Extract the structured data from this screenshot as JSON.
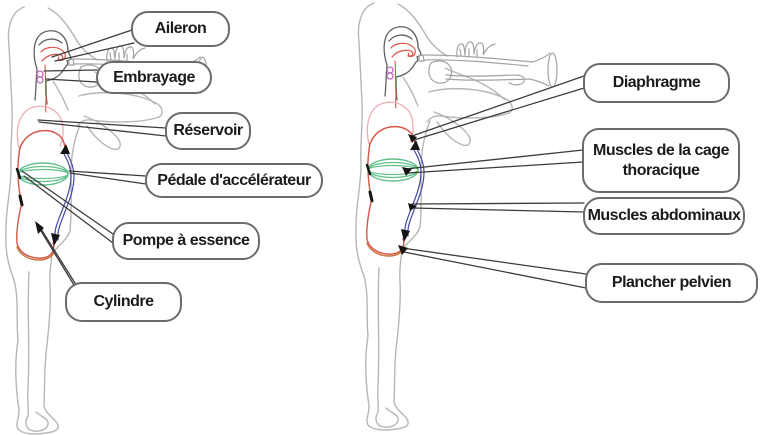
{
  "labels": {
    "left": [
      {
        "text": "Aileron"
      },
      {
        "text": "Embrayage"
      },
      {
        "text": "Réservoir"
      },
      {
        "text": "Pédale d'accélérateur"
      },
      {
        "text": "Pompe à essence"
      },
      {
        "text": "Cylindre"
      }
    ],
    "right": [
      {
        "text": "Diaphragme"
      },
      {
        "text": "Muscles de la cage thoracique"
      },
      {
        "text": "Muscles abdominaux"
      },
      {
        "text": "Plancher pelvien"
      }
    ]
  },
  "colors": {
    "background": "#ffffff",
    "figure_outline": "#b6b6b6",
    "head_detail": "#606060",
    "trumpet": "#a3a3a3",
    "tongue_red": "#d4574a",
    "lungs_pink": "#f0adb5",
    "lips_purple": "#b472ba",
    "ribcage_green": "#63c08b",
    "abdominal_blue": "#44479e",
    "pelvic_orange": "#c9773f",
    "arrow_black": "#151515",
    "leader_line": "#3c3c3c",
    "label_border": "#6b6b6b",
    "label_text": "#1b1b1b"
  }
}
